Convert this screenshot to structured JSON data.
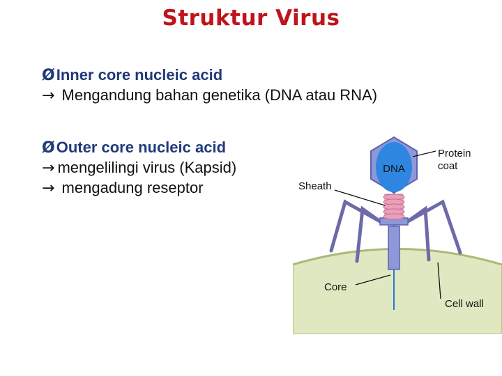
{
  "title": "Struktur Virus",
  "bullets": [
    {
      "marker": "Ø",
      "heading": "Inner core nucleic acid",
      "lines": [
        {
          "arrow": "→",
          "text": " Mengandung bahan genetika (DNA atau RNA)"
        }
      ]
    },
    {
      "marker": "Ø",
      "heading": "Outer core nucleic acid",
      "lines": [
        {
          "arrow": "→",
          "text": "mengelilingi virus (Kapsid)"
        },
        {
          "arrow": "→",
          "text": " mengadung reseptor"
        }
      ]
    }
  ],
  "figure": {
    "labels": {
      "dna": "DNA",
      "protein_coat_1": "Protein",
      "protein_coat_2": "coat",
      "sheath": "Sheath",
      "core": "Core",
      "cell_wall": "Cell wall"
    },
    "colors": {
      "capsid_fill": "#8e98d8",
      "capsid_stroke": "#5a63b0",
      "dna_fill": "#2f86e0",
      "sheath_fill": "#e9a0b8",
      "cell_fill": "#dfe8c0",
      "leg_color": "#6c6aa8",
      "core_color": "#2a7bdc"
    }
  }
}
